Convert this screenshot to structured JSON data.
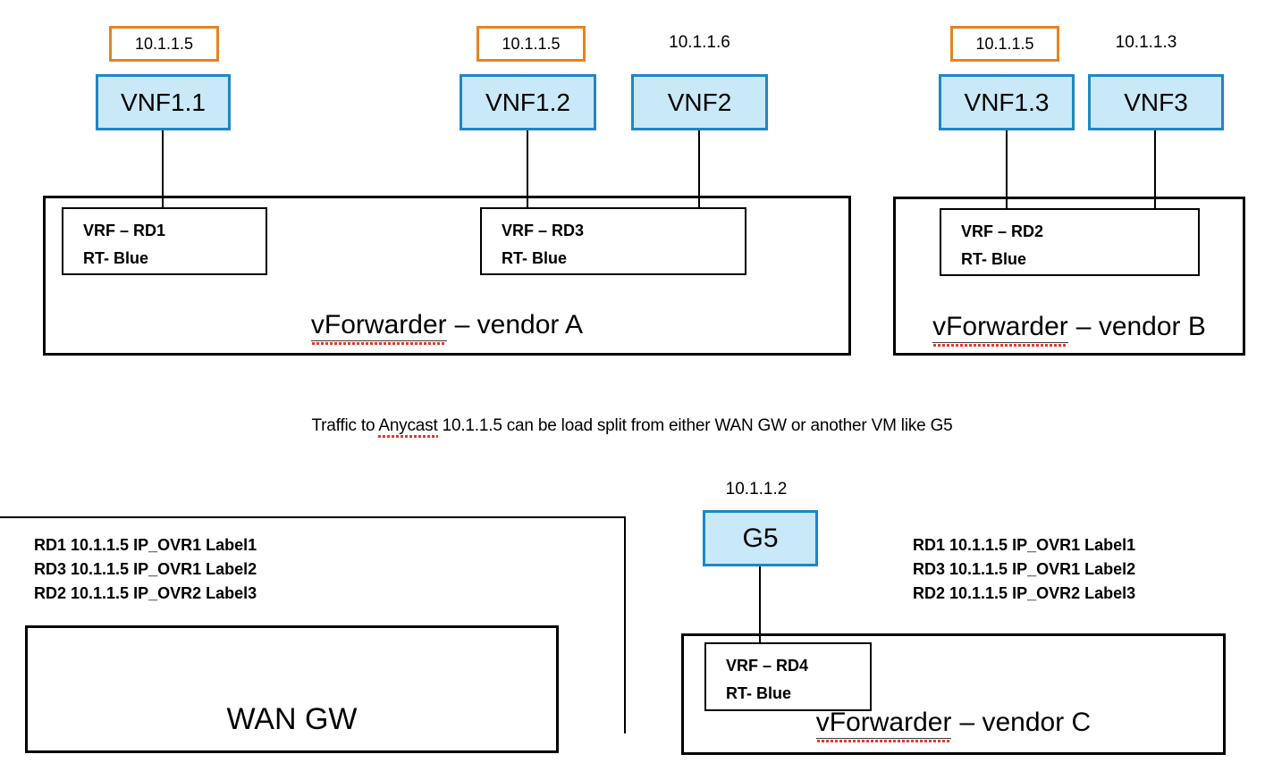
{
  "colors": {
    "node_fill": "#C9E8F8",
    "node_border": "#1E87C4",
    "ip_box_border": "#E8821E",
    "squiggle_red": "#E8372C",
    "line": "#000000"
  },
  "ip_labels": {
    "vnf11": "10.1.1.5",
    "vnf12": "10.1.1.5",
    "vnf2": "10.1.1.6",
    "vnf13": "10.1.1.5",
    "vnf3": "10.1.1.3",
    "g5": "10.1.1.2"
  },
  "nodes": {
    "vnf11": "VNF1.1",
    "vnf12": "VNF1.2",
    "vnf2": "VNF2",
    "vnf13": "VNF1.3",
    "vnf3": "VNF3",
    "g5": "G5",
    "wan_gw": "WAN GW"
  },
  "vrf_boxes": {
    "rd1": {
      "line1": "VRF – RD1",
      "line2": "RT- Blue"
    },
    "rd3": {
      "line1": "VRF – RD3",
      "line2": "RT- Blue"
    },
    "rd2": {
      "line1": "VRF – RD2",
      "line2": "RT- Blue"
    },
    "rd4": {
      "line1": "VRF – RD4",
      "line2": "RT- Blue"
    }
  },
  "forwarders": {
    "a": {
      "word": "vForwarder",
      "rest": "– vendor A"
    },
    "b": {
      "word": "vForwarder",
      "rest": "– vendor B"
    },
    "c": {
      "word": "vForwarder",
      "rest": "– vendor C"
    }
  },
  "caption": {
    "pre": "Traffic to ",
    "highlight": "Anycast",
    "post": " 10.1.1.5 can be load split from either WAN GW or another VM like G5"
  },
  "route_table": {
    "lines": [
      "RD1 10.1.1.5 IP_OVR1 Label1",
      "RD3 10.1.1.5 IP_OVR1 Label2",
      "RD2 10.1.1.5 IP_OVR2 Label3"
    ]
  }
}
